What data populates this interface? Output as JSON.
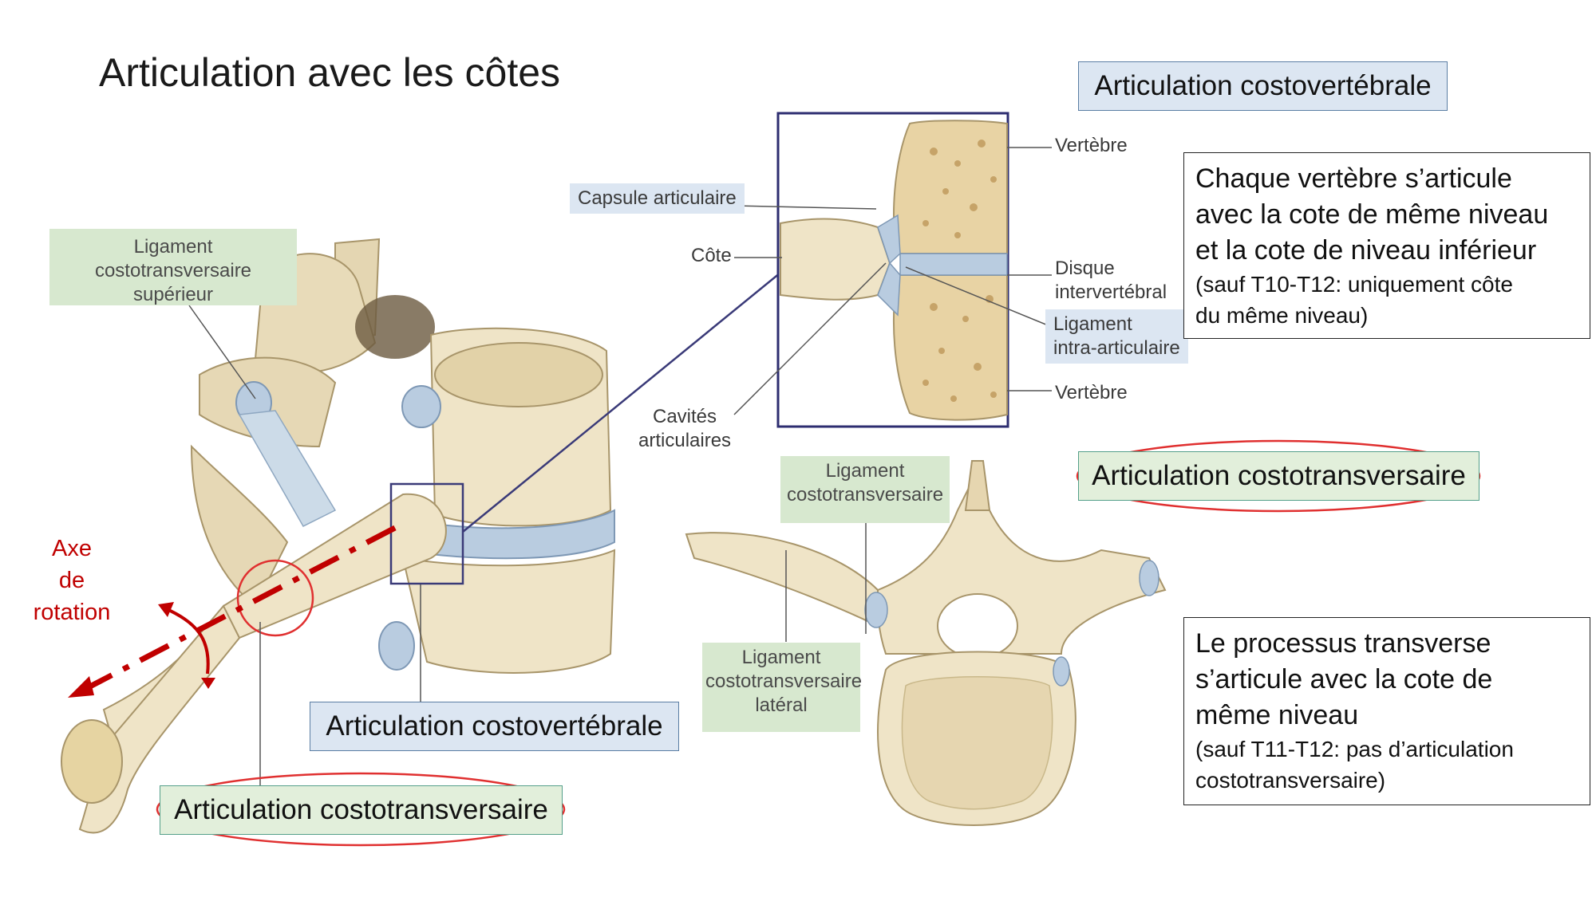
{
  "title": "Articulation avec les côtes",
  "tags": {
    "costovertebrale_top": "Articulation costovertébrale",
    "costotransversaire_top": "Articulation costotransversaire",
    "costovertebrale_bottom": "Articulation costovertébrale",
    "costotransversaire_bottom": "Articulation costotransversaire"
  },
  "notes": {
    "costovertebrale": {
      "main": [
        "Chaque vertèbre s’articule",
        "avec la cote de même niveau",
        "et la cote de niveau inférieur"
      ],
      "sub": [
        "(sauf T10-T12: uniquement côte",
        "du même niveau)"
      ]
    },
    "costotransversaire": {
      "main": [
        "Le processus transverse",
        "s’articule avec la cote de",
        "même niveau"
      ],
      "sub": [
        "(sauf T11-T12: pas d’articulation",
        "costotransversaire)"
      ]
    }
  },
  "axis_label": [
    "Axe",
    "de",
    "rotation"
  ],
  "figure_labels": {
    "lig_sup": [
      "Ligament costotransversaire",
      "supérieur"
    ],
    "capsule": "Capsule articulaire",
    "cote": "Côte",
    "cavites": [
      "Cavités",
      "articulaires"
    ],
    "vertebre_top": "Vertèbre",
    "disque": [
      "Disque",
      "intervertébral"
    ],
    "lig_intra": [
      "Ligament",
      "intra-articulaire"
    ],
    "vertebre_bottom": "Vertèbre",
    "lig_costotrans": [
      "Ligament",
      "costotransversaire"
    ],
    "lig_lateral": [
      "Ligament",
      "costotransversaire",
      "latéral"
    ]
  },
  "colors": {
    "bone": "#eadfc0",
    "bone_shadow": "#c9b88a",
    "cartilage": "#b9cce0",
    "accent_red": "#c00000",
    "tag_blue": "#dce6f2",
    "tag_green": "#e2efdb"
  }
}
